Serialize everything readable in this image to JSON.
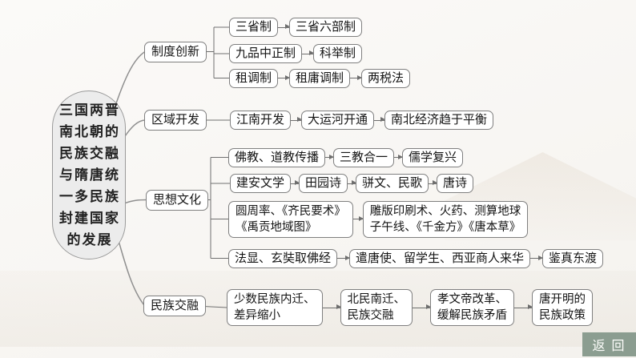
{
  "page": {
    "back_button_label": "返 回",
    "back_button_color": "#8b9d90",
    "accent_line_color": "#6e6e6e"
  },
  "root": {
    "lines": [
      "三国两晋",
      "南北朝的",
      "民族交融",
      "与隋唐统",
      "一多民族",
      "封建国家",
      "的发展"
    ]
  },
  "branches": [
    {
      "label": "制度创新",
      "rows": [
        [
          "三省制",
          "三省六部制"
        ],
        [
          "九品中正制",
          "科举制"
        ],
        [
          "租调制",
          "租庸调制",
          "两税法"
        ]
      ]
    },
    {
      "label": "区域开发",
      "rows": [
        [
          "江南开发",
          "大运河开通",
          "南北经济趋于平衡"
        ]
      ]
    },
    {
      "label": "思想文化",
      "rows": [
        [
          "佛教、道教传播",
          "三教合一",
          "儒学复兴"
        ],
        [
          "建安文学",
          "田园诗",
          "骈文、民歌",
          "唐诗"
        ],
        [
          [
            "圆周率、《齐民要术》",
            "《禹贡地域图》"
          ],
          [
            "雕版印刷术、火药、测算地球",
            "子午线、《千金方》《唐本草》"
          ]
        ],
        [
          "法显、玄奘取佛经",
          "遣唐使、留学生、西亚商人来华",
          "鉴真东渡"
        ]
      ]
    },
    {
      "label": "民族交融",
      "rows": [
        [
          [
            "少数民族内迁、",
            "差异缩小"
          ],
          [
            "北民南迁、",
            "民族交融"
          ],
          [
            "孝文帝改革、",
            "缓解民族矛盾"
          ],
          [
            "唐开明的",
            "民族政策"
          ]
        ]
      ]
    }
  ]
}
